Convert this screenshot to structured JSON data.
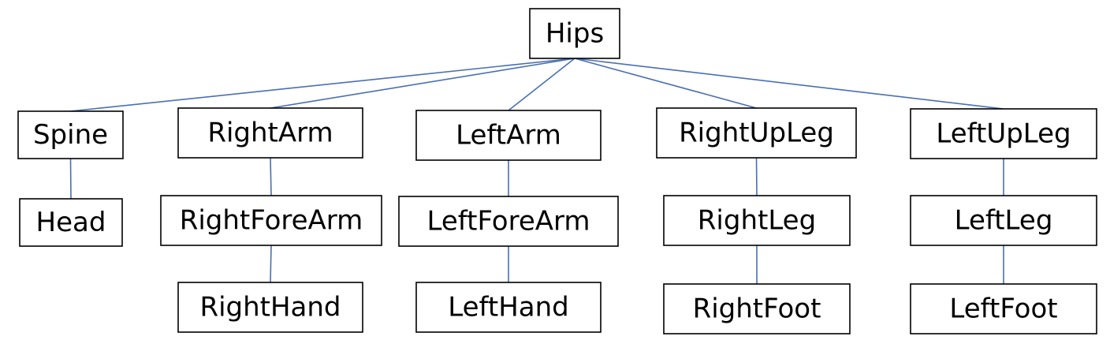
{
  "colors": {
    "edge": "#4a6fb3",
    "box_border": "#000000",
    "text": "#000000",
    "background": "#ffffff"
  },
  "nodes": [
    {
      "id": "hips",
      "label": "Hips"
    },
    {
      "id": "spine",
      "label": "Spine"
    },
    {
      "id": "head",
      "label": "Head"
    },
    {
      "id": "right-arm",
      "label": "RightArm"
    },
    {
      "id": "right-fore-arm",
      "label": "RightForeArm"
    },
    {
      "id": "right-hand",
      "label": "RightHand"
    },
    {
      "id": "left-arm",
      "label": "LeftArm"
    },
    {
      "id": "left-fore-arm",
      "label": "LeftForeArm"
    },
    {
      "id": "left-hand",
      "label": "LeftHand"
    },
    {
      "id": "right-up-leg",
      "label": "RightUpLeg"
    },
    {
      "id": "right-leg",
      "label": "RightLeg"
    },
    {
      "id": "right-foot",
      "label": "RightFoot"
    },
    {
      "id": "left-up-leg",
      "label": "LeftUpLeg"
    },
    {
      "id": "left-leg",
      "label": "LeftLeg"
    },
    {
      "id": "left-foot",
      "label": "LeftFoot"
    }
  ],
  "edges": [
    {
      "from": "hips",
      "to": "spine"
    },
    {
      "from": "hips",
      "to": "right-arm"
    },
    {
      "from": "hips",
      "to": "left-arm"
    },
    {
      "from": "hips",
      "to": "right-up-leg"
    },
    {
      "from": "hips",
      "to": "left-up-leg"
    },
    {
      "from": "spine",
      "to": "head"
    },
    {
      "from": "right-arm",
      "to": "right-fore-arm"
    },
    {
      "from": "right-fore-arm",
      "to": "right-hand"
    },
    {
      "from": "left-arm",
      "to": "left-fore-arm"
    },
    {
      "from": "left-fore-arm",
      "to": "left-hand"
    },
    {
      "from": "right-up-leg",
      "to": "right-leg"
    },
    {
      "from": "right-leg",
      "to": "right-foot"
    },
    {
      "from": "left-up-leg",
      "to": "left-leg"
    },
    {
      "from": "left-leg",
      "to": "left-foot"
    }
  ]
}
